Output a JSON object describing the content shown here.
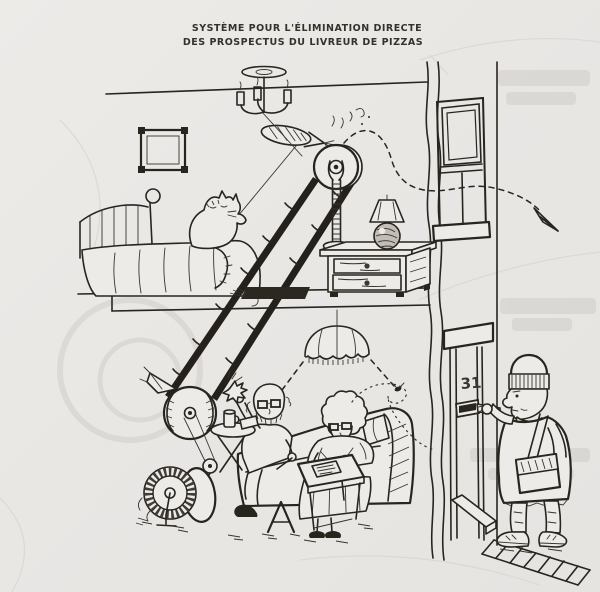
{
  "scene": {
    "type": "hand-drawn cartoon, black ink on paper",
    "caption_line1": "SYSTÈME POUR L'ÉLIMINATION DIRECTE",
    "caption_line2": "DES PROSPECTUS DU LIVREUR DE PIZZAS",
    "door_number": "31"
  },
  "colors": {
    "paper": "#e9e7e4",
    "ink": "#28251f",
    "crease": "#d9d5d0"
  }
}
